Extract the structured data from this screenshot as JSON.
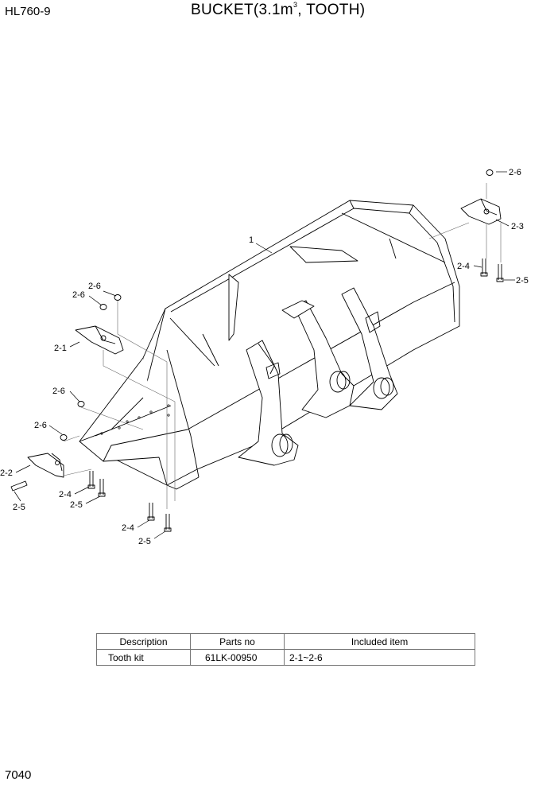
{
  "header": {
    "model": "HL760-9",
    "title_main": "BUCKET(3.1m",
    "title_sup": "3",
    "title_end": ", TOOTH)"
  },
  "callouts": {
    "c1": "1",
    "c2_1": "2-1",
    "c2_2": "2-2",
    "c2_3": "2-3",
    "c2_4": "2-4",
    "c2_5": "2-5",
    "c2_6": "2-6"
  },
  "table": {
    "headers": [
      "Description",
      "Parts no",
      "Included item"
    ],
    "rows": [
      [
        "Tooth kit",
        "61LK-00950",
        "2-1~2-6"
      ]
    ]
  },
  "footer": {
    "page_number": "7040"
  }
}
